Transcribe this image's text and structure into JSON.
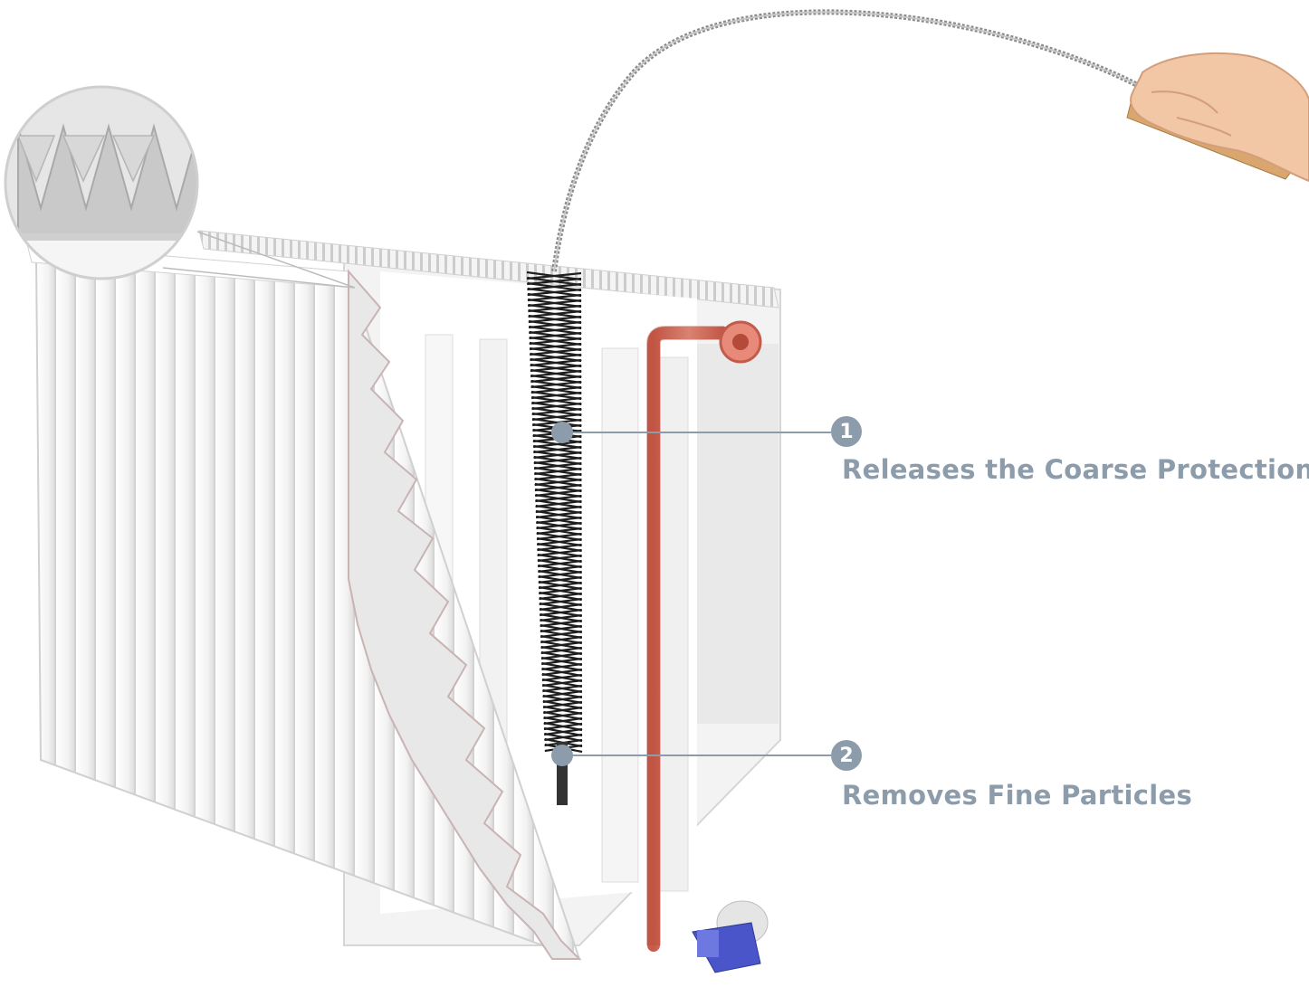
{
  "callouts": [
    {
      "number": "1",
      "text": "Releases the Coarse Protection"
    },
    {
      "number": "2",
      "text": "Removes Fine Particles"
    }
  ],
  "colors": {
    "accent": "#8c9cab",
    "pipe": "#e07a6a",
    "valve": "#4a55c9",
    "brush": "#222222"
  }
}
